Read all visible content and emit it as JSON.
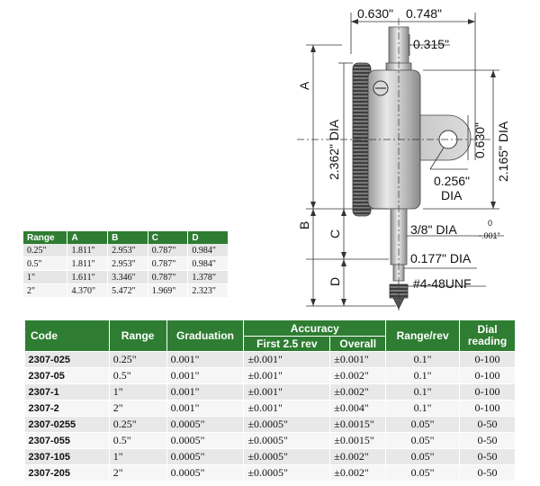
{
  "drawing": {
    "dim_630_top": "0.630\"",
    "dim_748": "0.748\"",
    "dim_315": "0.315\"",
    "label_a": "A",
    "label_b": "B",
    "label_c": "C",
    "label_d": "D",
    "dim_2362": "2.362\" DIA",
    "dim_2165": "2.165\" DIA",
    "dim_630_side": "0.630\"",
    "dim_256": "0.256\"",
    "dim_256_dia": "DIA",
    "dim_38_dia": "3/8\" DIA",
    "tol_upper": "0",
    "tol_lower": "-.001\"",
    "dim_177": "0.177\" DIA",
    "thread": "#4-48UNF"
  },
  "small_table": {
    "headers": [
      "Range",
      "A",
      "B",
      "C",
      "D"
    ],
    "rows": [
      [
        "0.25\"",
        "1.811\"",
        "2.953\"",
        "0.787\"",
        "0.984\""
      ],
      [
        "0.5\"",
        "1.811\"",
        "2.953\"",
        "0.787\"",
        "0.984\""
      ],
      [
        "1\"",
        "1.611\"",
        "3.346\"",
        "0.787\"",
        "1.378\""
      ],
      [
        "2\"",
        "4.370\"",
        "5.472\"",
        "1.969\"",
        "2.323\""
      ]
    ]
  },
  "main_table": {
    "headers": {
      "code": "Code",
      "range": "Range",
      "graduation": "Graduation",
      "accuracy": "Accuracy",
      "first": "First 2.5 rev",
      "overall": "Overall",
      "range_rev": "Range/rev",
      "dial_reading": "Dial reading"
    },
    "rows": [
      [
        "2307-025",
        "0.25\"",
        "0.001\"",
        "±0.001\"",
        "±0.001\"",
        "0.1\"",
        "0-100"
      ],
      [
        "2307-05",
        "0.5\"",
        "0.001\"",
        "±0.001\"",
        "±0.002\"",
        "0.1\"",
        "0-100"
      ],
      [
        "2307-1",
        "1\"",
        "0.001\"",
        "±0.001\"",
        "±0.002\"",
        "0.1\"",
        "0-100"
      ],
      [
        "2307-2",
        "2\"",
        "0.001\"",
        "±0.001\"",
        "±0.004\"",
        "0.1\"",
        "0-100"
      ],
      [
        "2307-0255",
        "0.25\"",
        "0.0005\"",
        "±0.0005\"",
        "±0.0015\"",
        "0.05\"",
        "0-50"
      ],
      [
        "2307-055",
        "0.5\"",
        "0.0005\"",
        "±0.0005\"",
        "±0.0015\"",
        "0.05\"",
        "0-50"
      ],
      [
        "2307-105",
        "1\"",
        "0.0005\"",
        "±0.0005\"",
        "±0.002\"",
        "0.05\"",
        "0-50"
      ],
      [
        "2307-205",
        "2\"",
        "0.0005\"",
        "±0.0005\"",
        "±0.002\"",
        "0.05\"",
        "0-50"
      ]
    ]
  }
}
